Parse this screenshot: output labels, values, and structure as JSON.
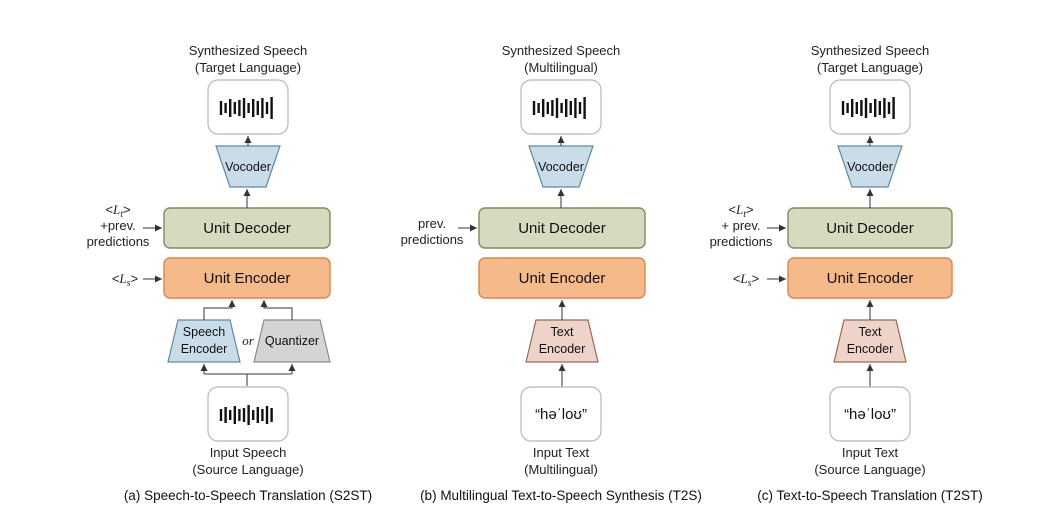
{
  "panels": [
    {
      "output_title": "Synthesized Speech",
      "output_subtitle": "(Target Language)",
      "vocoder": "Vocoder",
      "decoder": "Unit Decoder",
      "encoder": "Unit Encoder",
      "decoder_cond": [
        "<L_t>",
        "+prev.",
        "predictions"
      ],
      "encoder_cond": "<L_s>",
      "speech_encoder": [
        "Speech",
        "Encoder"
      ],
      "or_label": "or",
      "quantizer": "Quantizer",
      "input_title": "Input Speech",
      "input_subtitle": "(Source Language)",
      "caption": "(a) Speech-to-Speech Translation (S2ST)"
    },
    {
      "output_title": "Synthesized Speech",
      "output_subtitle": "(Multilingual)",
      "vocoder": "Vocoder",
      "decoder": "Unit Decoder",
      "encoder": "Unit Encoder",
      "decoder_cond": [
        "prev.",
        "predictions"
      ],
      "text_encoder": [
        "Text",
        "Encoder"
      ],
      "input_text": "“həˈloʊ”",
      "input_title": "Input Text",
      "input_subtitle": "(Multilingual)",
      "caption": "(b) Multilingual Text-to-Speech Synthesis (T2S)"
    },
    {
      "output_title": "Synthesized Speech",
      "output_subtitle": "(Target Language)",
      "vocoder": "Vocoder",
      "decoder": "Unit Decoder",
      "encoder": "Unit Encoder",
      "decoder_cond": [
        "<L_t>",
        "+ prev.",
        "predictions"
      ],
      "encoder_cond": "<L_s>",
      "text_encoder": [
        "Text",
        "Encoder"
      ],
      "input_text": "“həˈloʊ”",
      "input_title": "Input Text",
      "input_subtitle": "(Source Language)",
      "caption": "(c) Text-to-Speech Translation (T2ST)"
    }
  ],
  "icons": {
    "waveform": "waveform-icon",
    "arrow": "arrow-icon"
  },
  "colors": {
    "unit_decoder": "#d5dbbf",
    "unit_encoder": "#f6b98a",
    "vocoder": "#c9dde8",
    "speech_encoder": "#c9dde8",
    "text_encoder": "#eed4c8",
    "quantizer": "#d4d4d4"
  }
}
